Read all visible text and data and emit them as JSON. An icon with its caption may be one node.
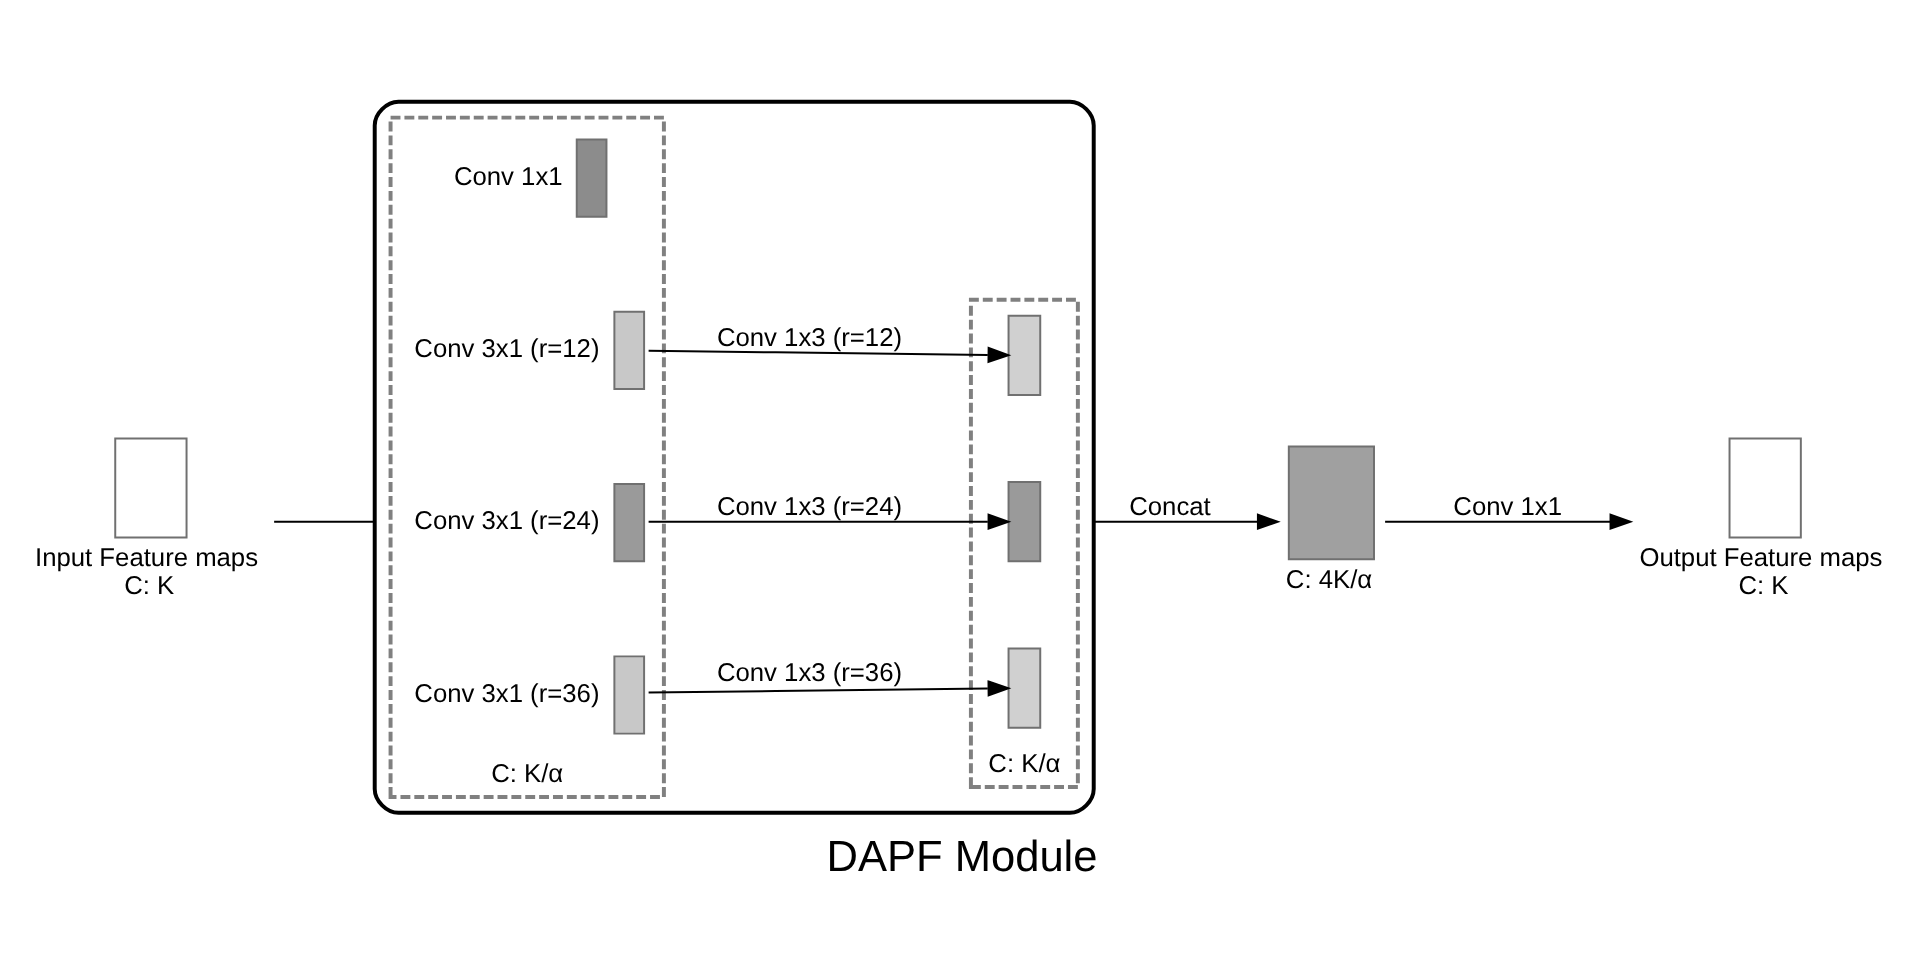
{
  "diagram": {
    "title": "DAPF Module",
    "nodes": [
      {
        "text": [],
        "shape": "box",
        "beside": [
          "Input Feature maps",
          "C: K"
        ]
      },
      {
        "text": [],
        "shape": "bracket"
      },
      {
        "text": [
          "C: K/α"
        ],
        "in": 1
      },
      {
        "text": [
          "C: K/α"
        ],
        "in": 1
      },
      {
        "text": [],
        "shape": "box",
        "in": 2,
        "beside": [
          "Conv 1x1"
        ]
      },
      {
        "text": [],
        "shape": "box",
        "in": 2,
        "beside": [
          "Conv 3x1 (r=12)"
        ]
      },
      {
        "text": [],
        "shape": "box",
        "in": 2,
        "beside": [
          "Conv 3x1 (r=24)"
        ]
      },
      {
        "text": [],
        "shape": "box",
        "in": 2,
        "beside": [
          "Conv 3x1 (r=36)"
        ]
      },
      {
        "text": [],
        "shape": "box",
        "in": 3
      },
      {
        "text": [],
        "shape": "box",
        "in": 3
      },
      {
        "text": [],
        "shape": "box",
        "in": 3
      },
      {
        "text": [],
        "shape": "box",
        "beside": [
          "C: 4K/α"
        ]
      },
      {
        "text": [],
        "shape": "box",
        "beside": [
          "Output Feature maps",
          "C: K"
        ]
      }
    ],
    "edges": [
      {
        "from": 0,
        "to": 1,
        "arrow": "none"
      },
      {
        "from": 5,
        "to": 8,
        "arrow": "to",
        "label": "Conv 1x3 (r=12)"
      },
      {
        "from": 6,
        "to": 9,
        "arrow": "to",
        "label": "Conv 1x3 (r=24)"
      },
      {
        "from": 7,
        "to": 10,
        "arrow": "to",
        "label": "Conv 1x3 (r=36)"
      },
      {
        "from": 1,
        "to": 11,
        "arrow": "to",
        "label": "Concat"
      },
      {
        "from": 11,
        "to": 12,
        "arrow": "to",
        "label": "Conv 1x1"
      }
    ]
  }
}
